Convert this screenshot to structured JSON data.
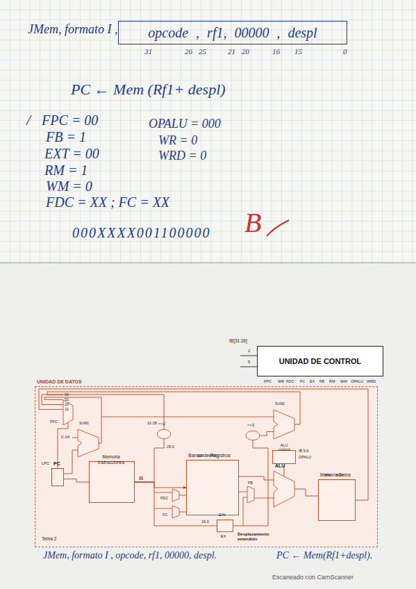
{
  "diagram": {
    "nodes": [
      {
        "text": [
          "opcode , rf1, 00000 , despl"
        ]
      },
      {
        "text": [
          "UNIDAD DE CONTROL"
        ]
      },
      {
        "text": [
          "UNIDAD DE DATOS"
        ]
      },
      {
        "text": [
          "00",
          "01",
          "10",
          "11"
        ],
        "in": 2
      },
      {
        "text": [
          "SUM1"
        ],
        "in": 2
      },
      {
        "text": [
          "PC"
        ],
        "in": 2
      },
      {
        "text": [
          "Memoria Instrucciones"
        ],
        "in": 2
      },
      {
        "text": [
          "<<2"
        ],
        "in": 2
      },
      {
        "text": [
          "Banco de Registros"
        ],
        "in": 2
      },
      {
        "text": [
          "<<2"
        ],
        "in": 2
      },
      {
        "text": [
          "SUM2"
        ],
        "in": 2
      },
      {
        "text": [
          "ALU control"
        ],
        "in": 2
      },
      {
        "text": [
          "ALU"
        ],
        "in": 2
      },
      {
        "text": [
          "Memoria Datos"
        ],
        "in": 2
      },
      {
        "text": [
          "EXt"
        ],
        "in": 2
      }
    ],
    "edges": [
      {
        "from": 3,
        "to": 5,
        "arrow": "none"
      },
      {
        "from": 5,
        "to": 6,
        "arrow": "none"
      },
      {
        "from": 5,
        "to": 4,
        "arrow": "none"
      },
      {
        "from": 4,
        "to": 3,
        "arrow": "none"
      },
      {
        "from": 6,
        "to": 8,
        "arrow": "to"
      },
      {
        "from": 6,
        "to": 14,
        "arrow": "none"
      },
      {
        "from": 6,
        "to": 7,
        "arrow": "none"
      },
      {
        "from": 7,
        "to": 3,
        "arrow": "none"
      },
      {
        "from": 8,
        "to": 12,
        "arrow": "none"
      },
      {
        "from": 12,
        "to": 13,
        "arrow": "none"
      },
      {
        "from": 14,
        "to": 9,
        "arrow": "none"
      },
      {
        "from": 9,
        "to": 10,
        "arrow": "none"
      },
      {
        "from": 10,
        "to": 3,
        "arrow": "none"
      },
      {
        "from": 11,
        "to": 12,
        "arrow": "none"
      },
      {
        "from": 13,
        "to": 3,
        "arrow": "none"
      }
    ],
    "labels": [
      "JMem, formato I ,",
      "31",
      "26",
      "25",
      "21",
      "20",
      "16",
      "15",
      "0",
      "PC ← Mem (Rf1+ despl)",
      "/",
      "FPC = 00",
      "FB = 1",
      "EXT = 00",
      "RM = 1",
      "WM = 0",
      "FDC = XX ; FC = XX",
      "OPALU = 000",
      "WR = 0",
      "WRD = 0",
      "000XXXX001100000",
      "B",
      "IB[31:26]",
      "2",
      "5",
      "FPC",
      "WR",
      "FDC",
      "FC",
      "EX",
      "FB",
      "RM",
      "WM",
      "OPALU",
      "WRD",
      "FPC",
      "0..04",
      "LPC",
      "IB",
      "31:28",
      "25:0",
      "WR",
      "WRD",
      "FDC",
      "FC",
      "FB",
      "IB 5:0",
      "OPALU",
      "RM",
      "WM",
      "EX",
      "Desplazamiento extendido",
      "15:0",
      "Tema 2",
      "JMem, formato I , opcode, rf1, 00000, despl.",
      "PC ← Mem(Rf1+despl).",
      "Escaneado con CamScanner"
    ]
  }
}
